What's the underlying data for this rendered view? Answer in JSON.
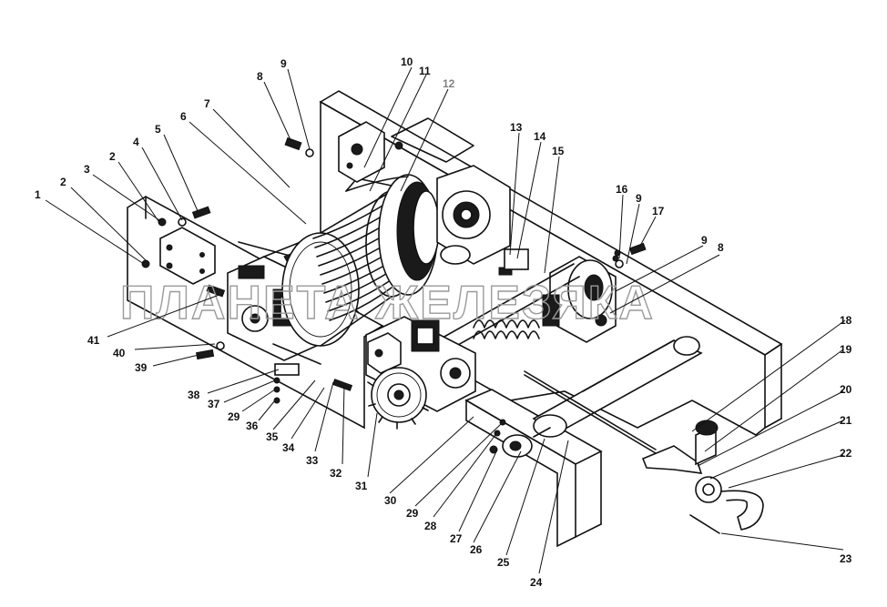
{
  "watermark": {
    "text": "ПЛАНЕТА ЖЕЛЕЗЯКА"
  },
  "callouts": [
    {
      "id": "1",
      "text": "1"
    },
    {
      "id": "2a",
      "text": "2"
    },
    {
      "id": "2b",
      "text": "2"
    },
    {
      "id": "3",
      "text": "3"
    },
    {
      "id": "4",
      "text": "4"
    },
    {
      "id": "5",
      "text": "5"
    },
    {
      "id": "6",
      "text": "6"
    },
    {
      "id": "7",
      "text": "7"
    },
    {
      "id": "8a",
      "text": "8"
    },
    {
      "id": "9a",
      "text": "9"
    },
    {
      "id": "10",
      "text": "10"
    },
    {
      "id": "11",
      "text": "11"
    },
    {
      "id": "12",
      "text": "12"
    },
    {
      "id": "13",
      "text": "13"
    },
    {
      "id": "14",
      "text": "14"
    },
    {
      "id": "15",
      "text": "15"
    },
    {
      "id": "16",
      "text": "16"
    },
    {
      "id": "9b",
      "text": "9"
    },
    {
      "id": "17",
      "text": "17"
    },
    {
      "id": "9c",
      "text": "9"
    },
    {
      "id": "8b",
      "text": "8"
    },
    {
      "id": "18",
      "text": "18"
    },
    {
      "id": "19",
      "text": "19"
    },
    {
      "id": "20",
      "text": "20"
    },
    {
      "id": "21",
      "text": "21"
    },
    {
      "id": "22",
      "text": "22"
    },
    {
      "id": "23",
      "text": "23"
    },
    {
      "id": "24",
      "text": "24"
    },
    {
      "id": "25",
      "text": "25"
    },
    {
      "id": "26",
      "text": "26"
    },
    {
      "id": "27",
      "text": "27"
    },
    {
      "id": "28",
      "text": "28"
    },
    {
      "id": "29a",
      "text": "29"
    },
    {
      "id": "30",
      "text": "30"
    },
    {
      "id": "31",
      "text": "31"
    },
    {
      "id": "32",
      "text": "32"
    },
    {
      "id": "33",
      "text": "33"
    },
    {
      "id": "34",
      "text": "34"
    },
    {
      "id": "35",
      "text": "35"
    },
    {
      "id": "36",
      "text": "36"
    },
    {
      "id": "29b",
      "text": "29"
    },
    {
      "id": "37",
      "text": "37"
    },
    {
      "id": "38",
      "text": "38"
    },
    {
      "id": "39",
      "text": "39"
    },
    {
      "id": "40",
      "text": "40"
    },
    {
      "id": "41",
      "text": "41"
    }
  ]
}
